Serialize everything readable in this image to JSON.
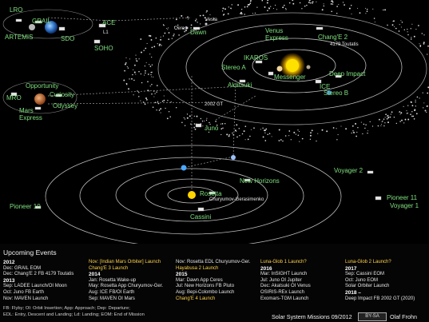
{
  "labels": {
    "lro": "LRO",
    "grail": "GRAIL",
    "artemis": "ARTEMIS",
    "sdo": "SDO",
    "ace": "ACE",
    "l1": "L1",
    "soho": "SOHO",
    "vesta": "Vesta",
    "ceres": "Ceres",
    "dawn": "Dawn",
    "venus_express": "Venus\nExpress",
    "change2": "Chang'E 2",
    "toutatis": "4179 Toutatis",
    "ikaros": "IKAROS",
    "stereo_a": "Stereo A",
    "akatsuki": "Akatsuki",
    "messenger": "Messenger",
    "ice": "ICE",
    "deep_impact": "Deep Impact",
    "stereo_b": "Stereo B",
    "opportunity": "Opportunity",
    "mro": "MRO",
    "curiosity": "Curiosity",
    "odyssey": "Odyssey",
    "mars_express": "Mars\nExpress",
    "gt2002": "2002 GT",
    "juno": "Juno",
    "rosetta": "Rosetta",
    "churyumov": "Churyumov-Gerasimenko",
    "new_horizons": "New Horizons",
    "cassini": "Cassini",
    "pioneer10": "Pioneer 10",
    "voyager2": "Voyager 2",
    "pioneer11": "Pioneer 11",
    "voyager1": "Voyager 1"
  },
  "legend": {
    "title": "Upcoming Events",
    "columns": [
      [
        {
          "t": "2012",
          "c": "yr"
        },
        {
          "t": "Dec: GRAIL EOM",
          "c": ""
        },
        {
          "t": "Dec: Chang'E 2 FB 4179 Toutatis",
          "c": ""
        },
        {
          "t": "2013",
          "c": "yr"
        },
        {
          "t": "Sep: LADEE Launch/OI Moon",
          "c": ""
        },
        {
          "t": "Oct: Juno FB Earth",
          "c": ""
        },
        {
          "t": "Nov: MAVEN Launch",
          "c": ""
        }
      ],
      [
        {
          "t": "Nov: [Indian Mars Orbiter] Launch",
          "c": "y"
        },
        {
          "t": "Chang'E 3 Launch",
          "c": "y"
        },
        {
          "t": "2014",
          "c": "yr"
        },
        {
          "t": "Jan: Rosetta Wake-up",
          "c": ""
        },
        {
          "t": "May: Rosetta App Churyumov-Ger.",
          "c": ""
        },
        {
          "t": "Aug: ICE FB/OI Earth",
          "c": ""
        },
        {
          "t": "Sep: MAVEN OI Mars",
          "c": ""
        }
      ],
      [
        {
          "t": "Nov: Rosetta EDL Churyumov-Ger.",
          "c": ""
        },
        {
          "t": "Hayabusa 2 Launch",
          "c": "y"
        },
        {
          "t": "2015",
          "c": "yr"
        },
        {
          "t": "Mar: Dawn App Ceres",
          "c": ""
        },
        {
          "t": "Jul: New Horizons FB Pluto",
          "c": ""
        },
        {
          "t": "Aug: Bepi-Colombo Launch",
          "c": ""
        },
        {
          "t": "Chang'E 4 Launch",
          "c": "y"
        }
      ],
      [
        {
          "t": "Luna-Glob 1 Launch?",
          "c": "y"
        },
        {
          "t": "2016",
          "c": "yr"
        },
        {
          "t": "Mar: InSIGHT Launch",
          "c": ""
        },
        {
          "t": "Jul: Juno OI Jupiter",
          "c": ""
        },
        {
          "t": "Dec: Akatsuki OI Venus",
          "c": ""
        },
        {
          "t": "OSIRIS-REx Launch",
          "c": ""
        },
        {
          "t": "Exomars-TGM Launch",
          "c": ""
        }
      ],
      [
        {
          "t": "Luna-Glob 2 Launch?",
          "c": "y"
        },
        {
          "t": "2017",
          "c": "yr"
        },
        {
          "t": "Sep: Cassini EOM",
          "c": ""
        },
        {
          "t": "Oct: Juno EOM",
          "c": ""
        },
        {
          "t": "Solar Orbiter Launch",
          "c": ""
        },
        {
          "t": "2018 –",
          "c": "yr"
        },
        {
          "t": "Deep Impact FB 2002 GT (2020)",
          "c": ""
        }
      ]
    ]
  },
  "footer": {
    "line1": "FB: Flyby; OI: Orbit Insertion; App: Approach; Dep: Departure;",
    "line2": "EDL: Entry, Descent and Landing; Ld: Landing; EOM: End of Mission",
    "credit": "Solar System Missions 09/2012",
    "license": "BY-SA",
    "author": "Olaf Frohn"
  },
  "colors": {
    "label": "#7ee07e",
    "event": "#ffd24a",
    "orbit": "#c8c8c8",
    "sun": "#ffd400"
  }
}
